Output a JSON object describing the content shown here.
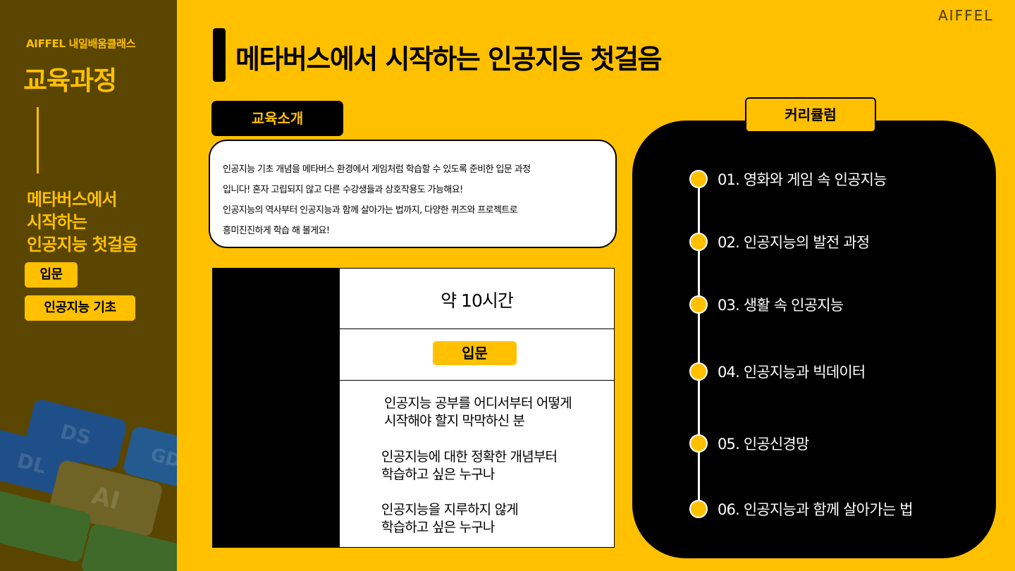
{
  "brand": "AIFFEL",
  "sidebar": {
    "subtitle": "AIFFEL 내일배움클래스",
    "title": "교육과정",
    "course_lines": [
      "메타버스에서",
      "시작하는",
      "인공지능 첫걸음"
    ],
    "tags": [
      "입문",
      "인공지능 기초"
    ],
    "keycaps": [
      "DS",
      "DL",
      "AI",
      "GD"
    ]
  },
  "header": {
    "title": "메타버스에서 시작하는 인공지능 첫걸음"
  },
  "intro": {
    "label": "교육소개",
    "lines": [
      "인공지능 기초 개념을 메타버스 환경에서 게임처럼 학습할 수 있도록 준비한 입문 과정",
      "입니다! 혼자 고립되지 않고 다른 수강생들과 상호작용도 가능해요!",
      "인공지능의 역사부터 인공지능과 함께 살아가는 법까지, 다양한 퀴즈와 프로젝트로",
      "흥미진진하게 학습 해 볼게요!"
    ]
  },
  "info": {
    "duration": "약 10시간",
    "level": "입문",
    "targets": [
      [
        "인공지능 공부를 어디서부터 어떻게",
        "시작해야 할지 막막하신 분"
      ],
      [
        "인공지능에 대한 정확한 개념부터",
        "학습하고 싶은 누구나"
      ],
      [
        "인공지능을 지루하지 않게",
        "학습하고 싶은 누구나"
      ]
    ]
  },
  "curriculum": {
    "label": "커리큘럼",
    "items": [
      "01. 영화와 게임 속 인공지능",
      "02. 인공지능의 발전 과정",
      "03. 생활 속 인공지능",
      "04. 인공지능과 빅데이터",
      "05. 인공신경망",
      "06. 인공지능과 함께 살아가는 법"
    ]
  },
  "colors": {
    "accent": "#FFC000",
    "sidebar_bg": "#5A4600",
    "dark": "#000000",
    "light": "#FFFFFF"
  }
}
